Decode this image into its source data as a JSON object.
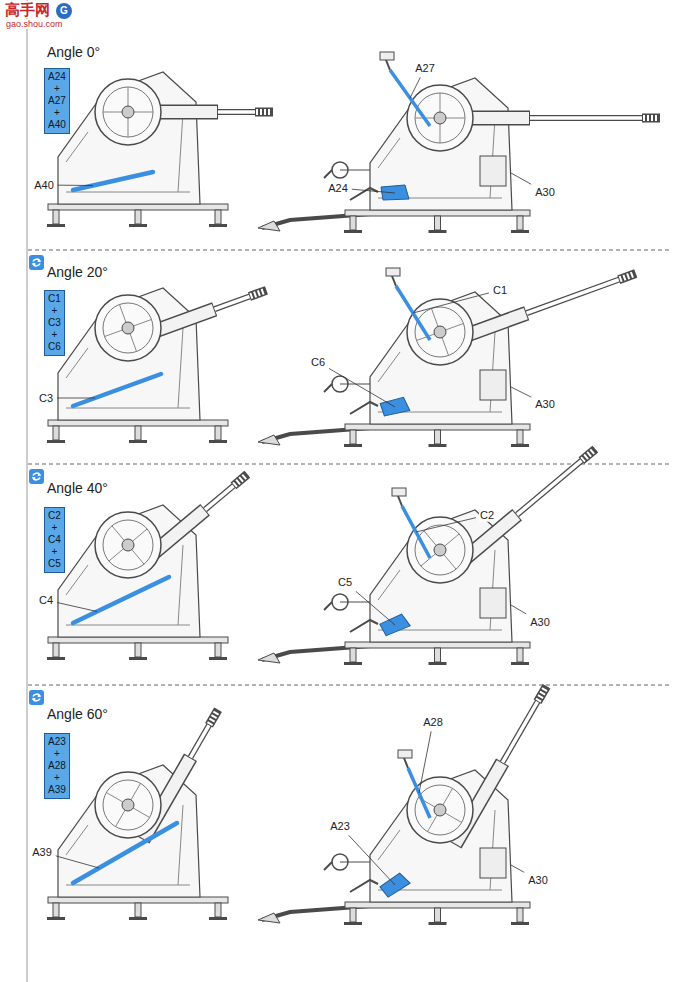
{
  "diagram": {
    "nodes": [
      {
        "text": [
          "A24 + A27 + A40"
        ]
      },
      {
        "text": [
          "C1 + C3 + C6"
        ]
      },
      {
        "text": [
          "C2 + C4 + C5"
        ]
      },
      {
        "text": [
          "A23 + A28 + A39"
        ]
      }
    ],
    "labels": [
      "高手网",
      "gao.shou.com",
      "G",
      "Angle 0°",
      "A27",
      "A24",
      "A30",
      "A40",
      "Angle 20°",
      "C1",
      "C6",
      "C3",
      "A30",
      "Angle 40°",
      "C2",
      "C5",
      "C4",
      "A30",
      "Angle 60°",
      "A28",
      "A23",
      "A39",
      "A30"
    ]
  }
}
